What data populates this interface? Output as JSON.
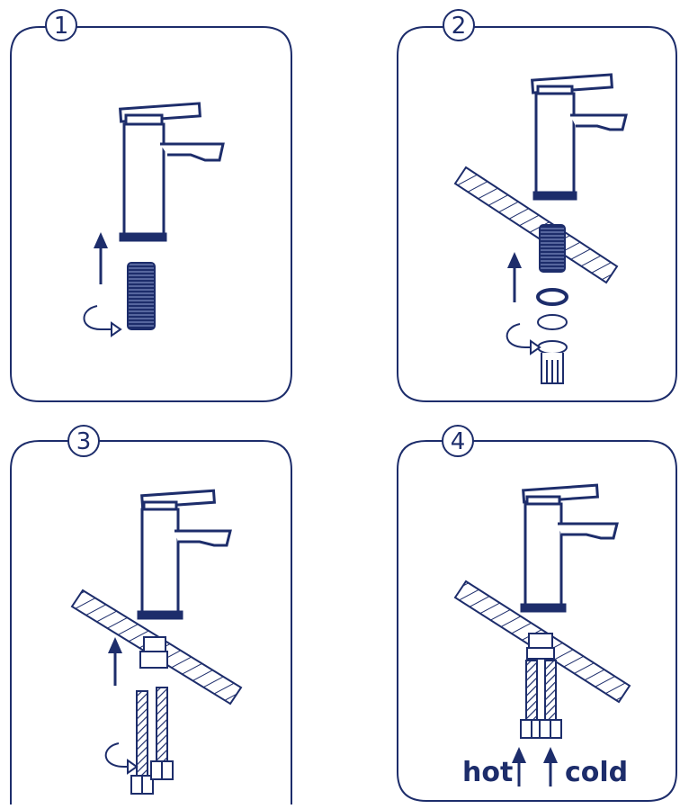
{
  "colors": {
    "ink": "#1d2d6b",
    "paper": "#ffffff"
  },
  "steps": [
    {
      "number": "1"
    },
    {
      "number": "2"
    },
    {
      "number": "3"
    },
    {
      "number": "4"
    }
  ],
  "step4": {
    "hot_label": "hot",
    "cold_label": "cold"
  },
  "icons": [
    "faucet-icon",
    "threaded-stud-icon",
    "rotate-arrow-icon",
    "up-arrow-icon",
    "washer-icon",
    "nut-icon",
    "flexible-hose-icon",
    "countertop-icon"
  ]
}
